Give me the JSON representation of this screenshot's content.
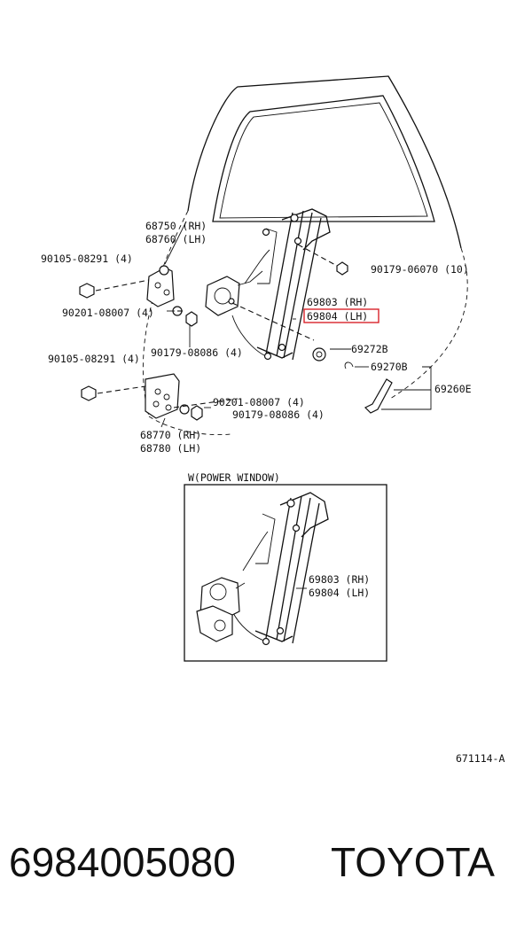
{
  "callouts": {
    "hinge_upper_rh": "68750 (RH)",
    "hinge_upper_lh": "68760 (LH)",
    "bolt_upper": "90105-08291 (4)",
    "nut_upper": "90201-08007 (4)",
    "nut_upper_b": "90179-08086 (4)",
    "bolt_right": "90179-06070 (10)",
    "regulator_rh": "69803 (RH)",
    "regulator_lh": "69804 (LH)",
    "part_69272b": "69272B",
    "part_69270b": "69270B",
    "part_69260e": "69260E",
    "bolt_lower": "90105-08291 (4)",
    "nut_lower": "90201-08007 (4)",
    "nut_lower_b": "90179-08086 (4)",
    "hinge_lower_rh": "68770 (RH)",
    "hinge_lower_lh": "68780 (LH)"
  },
  "inset": {
    "title": "W(POWER WINDOW)",
    "regulator_rh": "69803 (RH)",
    "regulator_lh": "69804 (LH)"
  },
  "figure_code": "671114-A",
  "footer": {
    "part_number": "6984005080",
    "brand": "TOYOTA"
  },
  "colors": {
    "highlight": "#d9232a",
    "line": "#111111"
  }
}
